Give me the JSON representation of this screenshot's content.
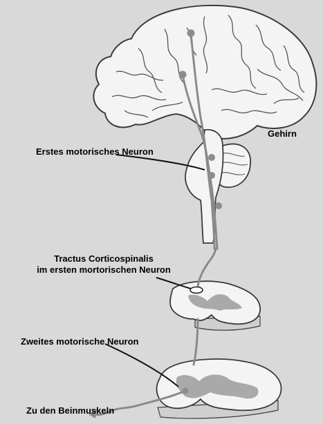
{
  "labels": {
    "brain": "Gehirn",
    "first_neuron": "Erstes motorisches Neuron",
    "tract_line1": "Tractus Corticospinalis",
    "tract_line2": "im ersten mortorischen Neuron",
    "second_neuron": "Zweites motorische Neuron",
    "leg_muscles": "Zu den Beinmuskeln"
  },
  "colors": {
    "background": "#d9d9d9",
    "tissue": "#f4f4f4",
    "outline": "#3a3a3a",
    "pathway": "#8a8a8a",
    "neuron_body": "#8c8c8c",
    "grey_matter": "#a9a9a9"
  }
}
